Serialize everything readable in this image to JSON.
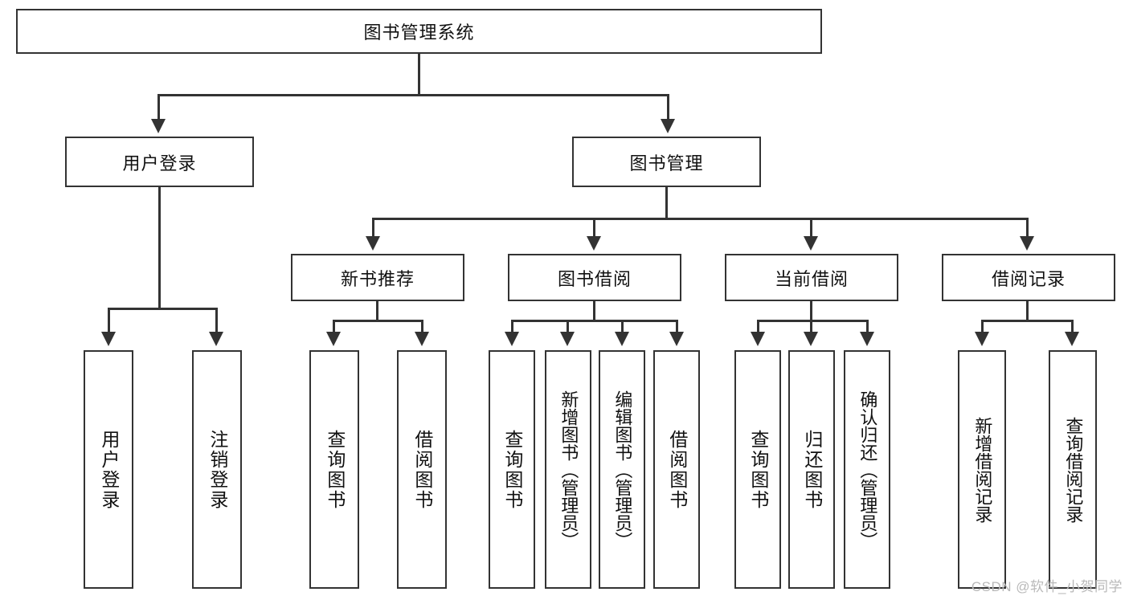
{
  "diagram": {
    "title": "图书管理系统",
    "type": "tree-hierarchy",
    "root": {
      "label": "图书管理系统"
    },
    "level2": [
      {
        "label": "用户登录"
      },
      {
        "label": "图书管理"
      }
    ],
    "level3": [
      {
        "label": "新书推荐"
      },
      {
        "label": "图书借阅"
      },
      {
        "label": "当前借阅"
      },
      {
        "label": "借阅记录"
      }
    ],
    "leaves": {
      "user_login": [
        {
          "label": "用户登录"
        },
        {
          "label": "注销登录"
        }
      ],
      "new_book_recommend": [
        {
          "label": "查询图书"
        },
        {
          "label": "借阅图书"
        }
      ],
      "book_borrow": [
        {
          "label": "查询图书"
        },
        {
          "label": "新增图书（管理员）"
        },
        {
          "label": "编辑图书（管理员）"
        },
        {
          "label": "借阅图书"
        }
      ],
      "current_borrow": [
        {
          "label": "查询图书"
        },
        {
          "label": "归还图书"
        },
        {
          "label": "确认归还（管理员）"
        }
      ],
      "borrow_record": [
        {
          "label": "新增借阅记录"
        },
        {
          "label": "查询借阅记录"
        }
      ]
    }
  },
  "watermark": {
    "text": "CSDN @软件_小贺同学"
  },
  "colors": {
    "stroke": "#333333",
    "background": "#ffffff",
    "text": "#111111",
    "watermark": "#b9b9b9"
  }
}
